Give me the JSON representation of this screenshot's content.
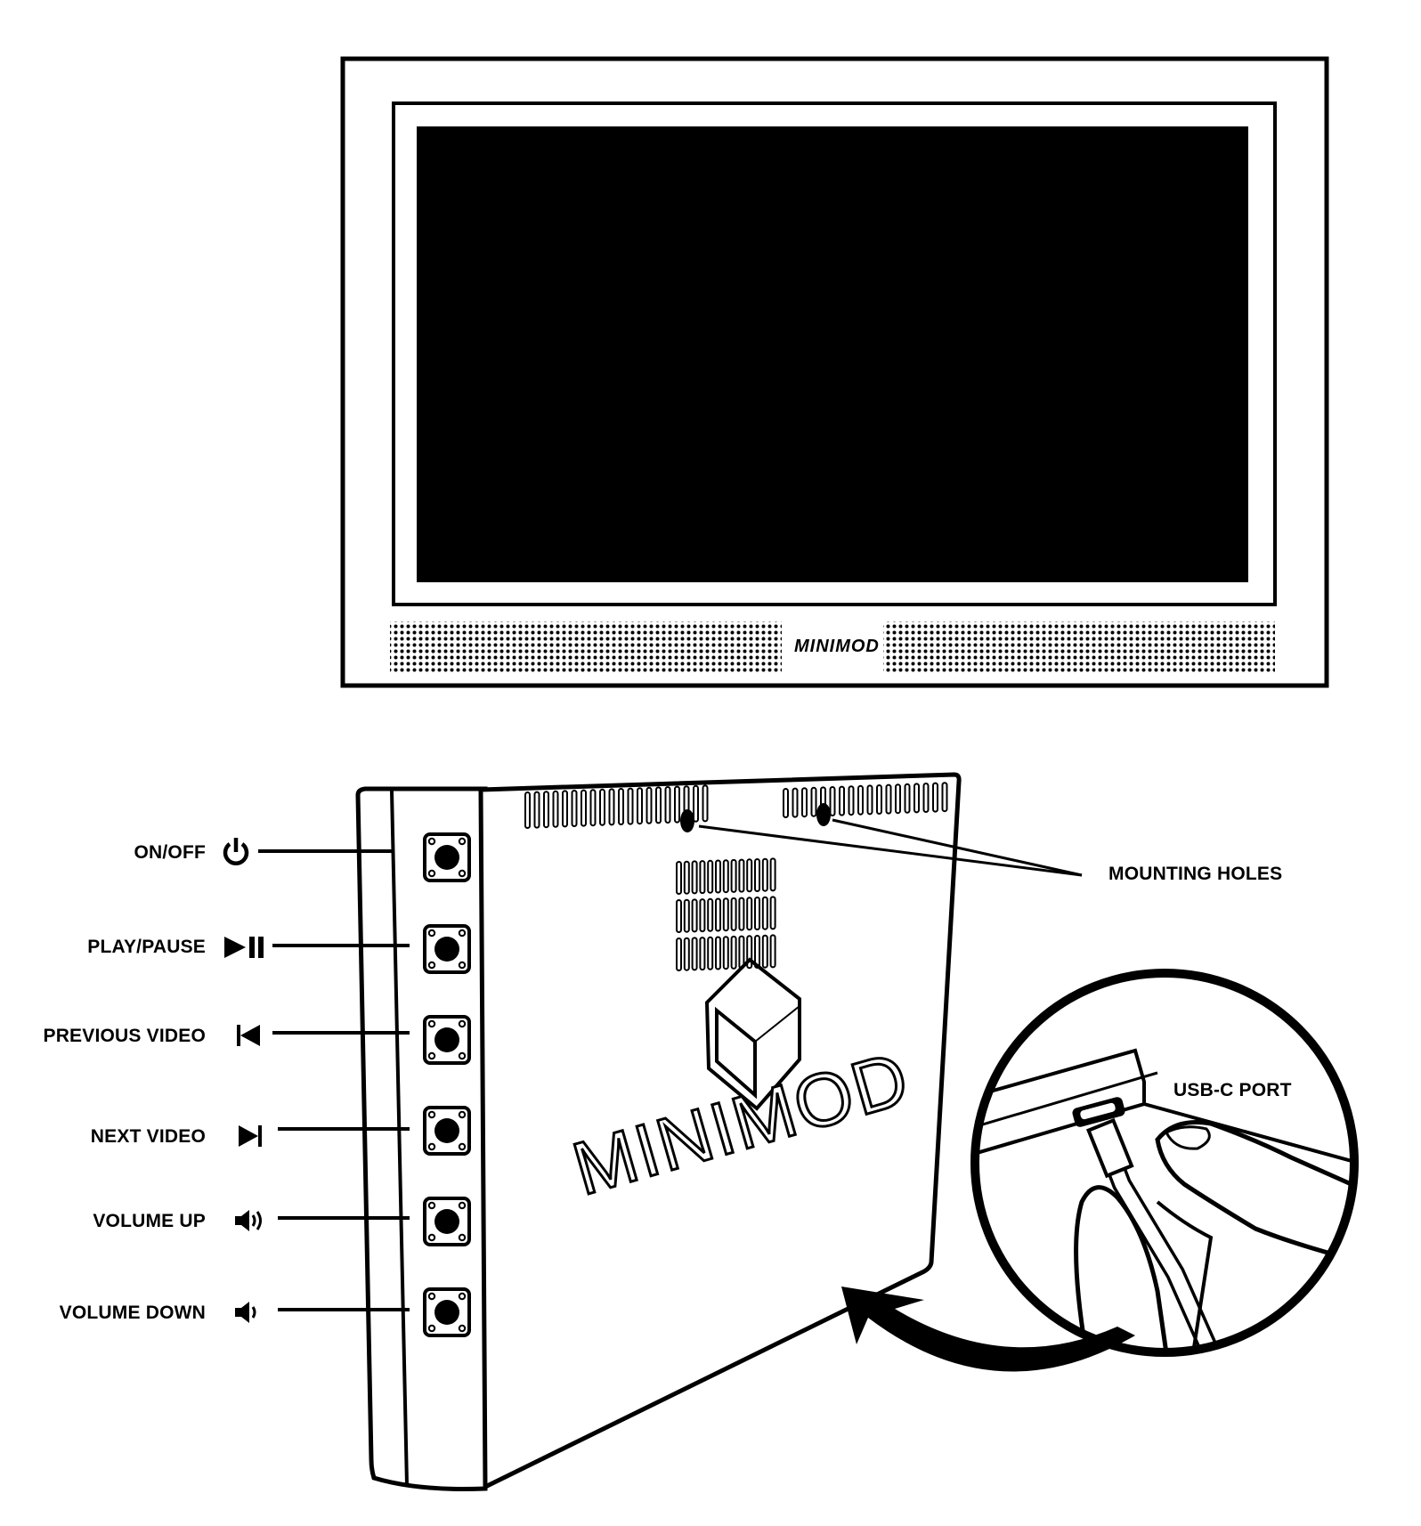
{
  "monitor": {
    "brand_label": "MINIMOD"
  },
  "device": {
    "brand_label": "MINIMOD",
    "buttons": [
      {
        "label": "ON/OFF",
        "icon": "power-icon"
      },
      {
        "label": "PLAY/PAUSE",
        "icon": "play-pause-icon"
      },
      {
        "label": "PREVIOUS VIDEO",
        "icon": "previous-icon"
      },
      {
        "label": "NEXT VIDEO",
        "icon": "next-icon"
      },
      {
        "label": "VOLUME UP",
        "icon": "volume-up-icon"
      },
      {
        "label": "VOLUME DOWN",
        "icon": "volume-down-icon"
      }
    ],
    "mounting_holes_label": "MOUNTING HOLES",
    "usb_label": "USB-C PORT"
  },
  "colors": {
    "ink": "#000000",
    "paper": "#ffffff"
  }
}
